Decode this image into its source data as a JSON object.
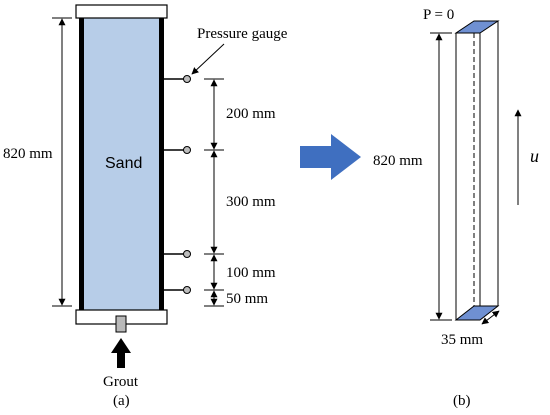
{
  "panel_a": {
    "caption": "(a)",
    "material_label": "Sand",
    "gauge_label": "Pressure gauge",
    "height_label": "820 mm",
    "spacing_labels": [
      "200 mm",
      "300 mm",
      "100 mm",
      "50 mm"
    ],
    "inlet_label": "Grout"
  },
  "panel_b": {
    "caption": "(b)",
    "top_condition": "P = 0",
    "height_label": "820 mm",
    "width_label": "35 mm",
    "velocity_symbol": "u"
  },
  "colors": {
    "sand_fill": "#b7cde8",
    "face_fill": "#6f90d2",
    "arrow_fill": "#3f6fc0",
    "frame": "#000000"
  }
}
